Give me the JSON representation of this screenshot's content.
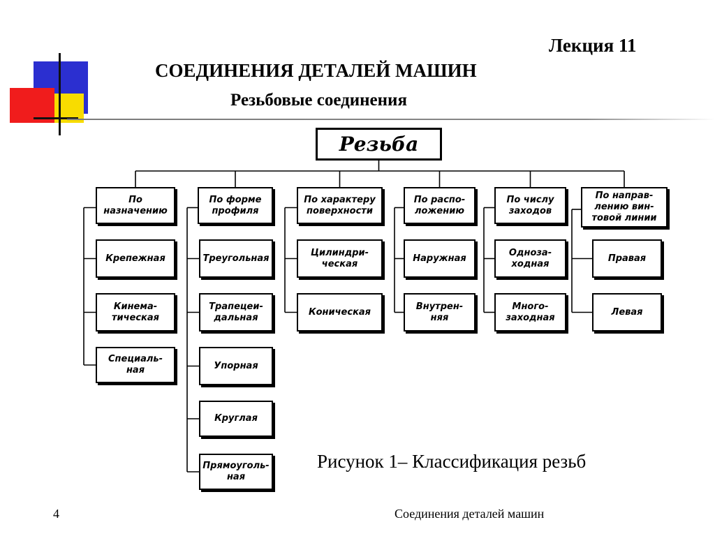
{
  "header": {
    "lecture": "Лекция 11",
    "title": "СОЕДИНЕНИЯ ДЕТАЛЕЙ МАШИН",
    "subtitle": "Резьбовые соединения"
  },
  "diagram": {
    "root": "Резьба",
    "columns": [
      {
        "category": "По\nназначению",
        "items": [
          "Крепежная",
          "Кинема-\nтическая",
          "Специаль-\nная"
        ]
      },
      {
        "category": "По форме\nпрофиля",
        "items": [
          "Треугольная",
          "Трапецеи-\nдальная",
          "Упорная",
          "Круглая",
          "Прямоуголь-\nная"
        ]
      },
      {
        "category": "По характеру\nповерхности",
        "items": [
          "Цилиндри-\nческая",
          "Коническая"
        ]
      },
      {
        "category": "По распо-\nложению",
        "items": [
          "Наружная",
          "Внутрен-\nняя"
        ]
      },
      {
        "category": "По числу\nзаходов",
        "items": [
          "Одноза-\nходная",
          "Много-\nзаходная"
        ]
      },
      {
        "category": "По направ-\nлению вин-\nтовой линии",
        "items": [
          "Правая",
          "Левая"
        ]
      }
    ]
  },
  "caption": "Рисунок 1– Классификация резьб",
  "footer": {
    "page_number": "4",
    "text": "Соединения деталей машин"
  },
  "colors": {
    "deco_blue": "#2b2fd0",
    "deco_red": "#f01c1c",
    "deco_yellow": "#f8dc00"
  }
}
